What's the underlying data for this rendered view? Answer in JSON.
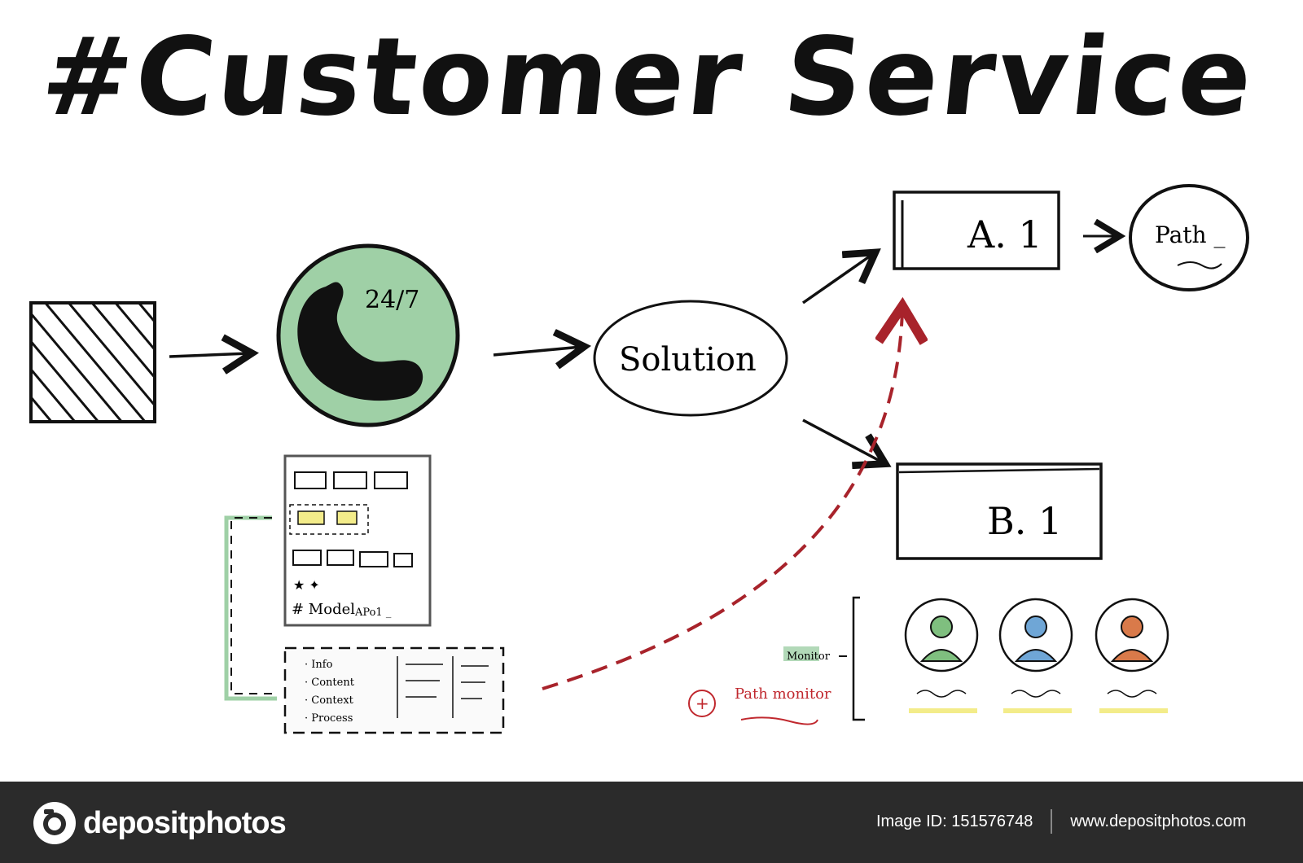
{
  "title": "#Customer Service",
  "diagram": {
    "phone_badge": "24/7",
    "solution": "Solution",
    "box_a": "A. 1",
    "box_b": "B. 1",
    "circle_note": "Path _",
    "doc_list": [
      "Info",
      "Content",
      "Context",
      "Process"
    ],
    "model_label": "# Model",
    "model_code": "APo1 _",
    "monitor_label": "Monitor",
    "red_note": "Path monitor"
  },
  "colors": {
    "phone_green": "#9fd0a6",
    "dashed_red": "#a8232b",
    "bracket_green": "#9fd0a6",
    "sticky_yellow": "#f3ec8a",
    "avatar_green": "#7fbf7f",
    "avatar_blue": "#6fa6d6",
    "avatar_orange": "#d97a4a"
  },
  "footer": {
    "brand": "depositphotos",
    "image_id": "Image ID: 151576748",
    "website": "www.depositphotos.com"
  }
}
